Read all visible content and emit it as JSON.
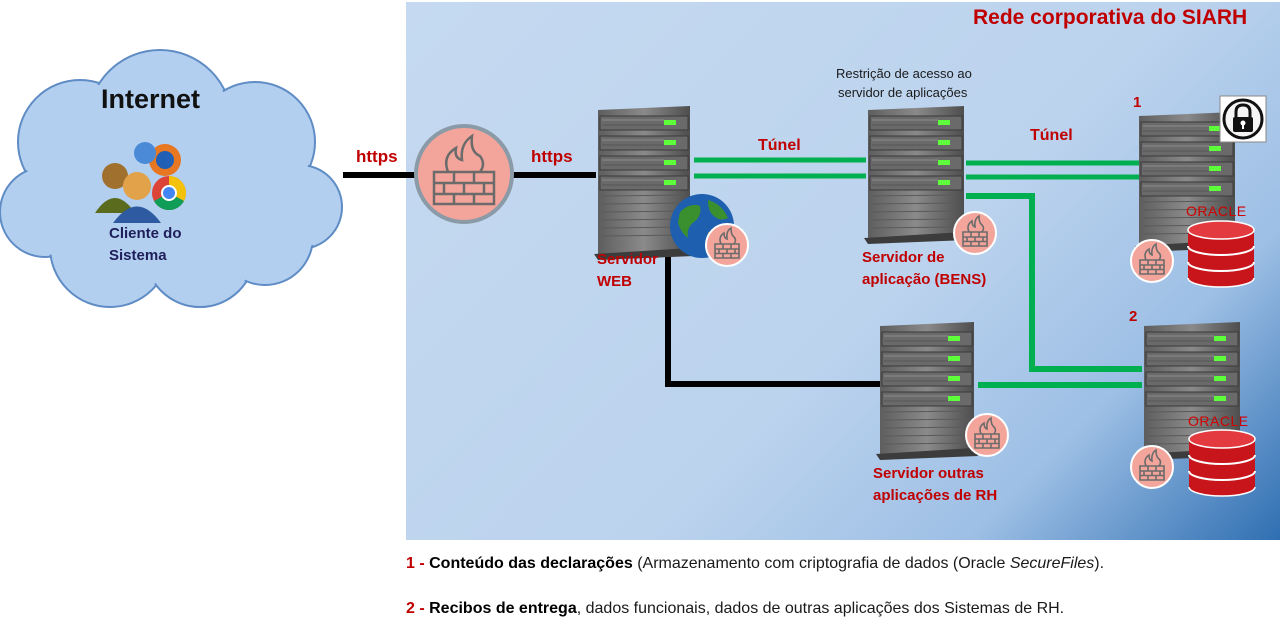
{
  "network_title": "Rede corporativa do SIARH",
  "internet_label": "Internet",
  "client_label_line1": "Cliente do",
  "client_label_line2": "Sistema",
  "https_left": "https",
  "https_right": "https",
  "tunnel_left": "Túnel",
  "tunnel_right": "Túnel",
  "restriction_line1": "Restrição de acesso ao",
  "restriction_line2": "servidor de aplicações",
  "web_server_line1": "Servidor",
  "web_server_line2": "WEB",
  "app_server_line1": "Servidor de",
  "app_server_line2": "aplicação (BENS)",
  "rh_server_line1": "Servidor outras",
  "rh_server_line2": "aplicações de RH",
  "db1_number": "1",
  "db2_number": "2",
  "oracle_label": "ORACLE",
  "legend": [
    {
      "num": "1 -",
      "bold": "Conteúdo das declarações",
      "text_a": " (Armazenamento com criptografia de dados (Oracle ",
      "italic": "SecureFiles",
      "text_b": ")."
    },
    {
      "num": "2 -",
      "bold": "Recibos de entrega",
      "text_a": ", dados funcionais, dados de outras aplicações dos Sistemas de RH.",
      "italic": "",
      "text_b": ""
    }
  ],
  "colors": {
    "title_red": "#c00000",
    "tunnel_green": "#00b050",
    "firewall_fill": "#f4a59b"
  }
}
